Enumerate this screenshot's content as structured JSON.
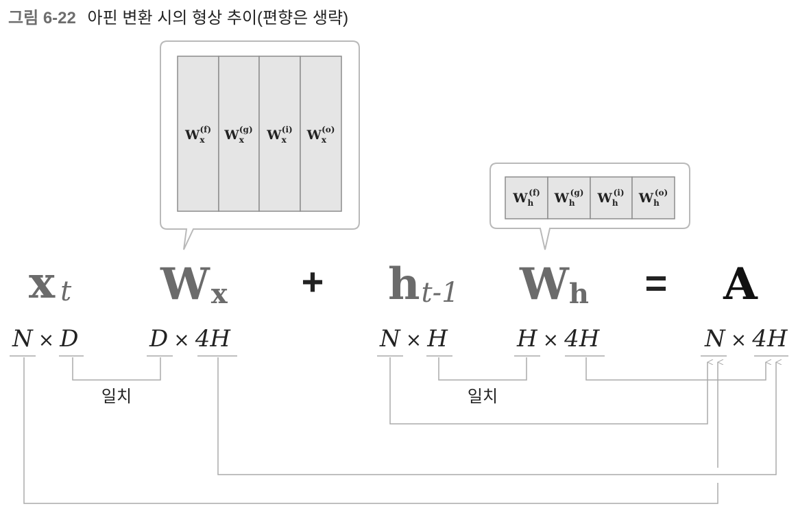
{
  "title": {
    "number": "그림 6-22",
    "text": "아핀 변환 시의 형상 추이(편향은 생략)"
  },
  "wx_blocks": [
    {
      "base": "W",
      "sub": "x",
      "sup": "(f)"
    },
    {
      "base": "W",
      "sub": "x",
      "sup": "(g)"
    },
    {
      "base": "W",
      "sub": "x",
      "sup": "(i)"
    },
    {
      "base": "W",
      "sub": "x",
      "sup": "(o)"
    }
  ],
  "wh_blocks": [
    {
      "base": "W",
      "sub": "h",
      "sup": "(f)"
    },
    {
      "base": "W",
      "sub": "h",
      "sup": "(g)"
    },
    {
      "base": "W",
      "sub": "h",
      "sup": "(i)"
    },
    {
      "base": "W",
      "sub": "h",
      "sup": "(o)"
    }
  ],
  "equation": {
    "xt": {
      "base": "x",
      "sub": "t"
    },
    "wx": {
      "base": "W",
      "sub": "x"
    },
    "plus": "+",
    "ht1": {
      "base": "h",
      "sub": "t-1"
    },
    "wh": {
      "base": "W",
      "sub": "h"
    },
    "equals": "=",
    "a": "A"
  },
  "shapes": {
    "xt": {
      "left": "N",
      "op": "×",
      "right": "D"
    },
    "wx": {
      "left": "D",
      "op": "×",
      "right": "4H"
    },
    "ht1": {
      "left": "N",
      "op": "×",
      "right": "H"
    },
    "wh": {
      "left": "H",
      "op": "×",
      "right": "4H"
    },
    "a": {
      "left": "N",
      "op": "×",
      "right": "4H"
    }
  },
  "match_labels": [
    "일치",
    "일치"
  ],
  "colors": {
    "title_number": "#6d6d6d",
    "title_text": "#222222",
    "variable_gray": "#6b6b6b",
    "result_black": "#111111",
    "connector": "#aaaaaa",
    "bubble_border": "#b9b9b9",
    "block_fill": "#e5e5e5",
    "block_border": "#8c8c8c"
  }
}
